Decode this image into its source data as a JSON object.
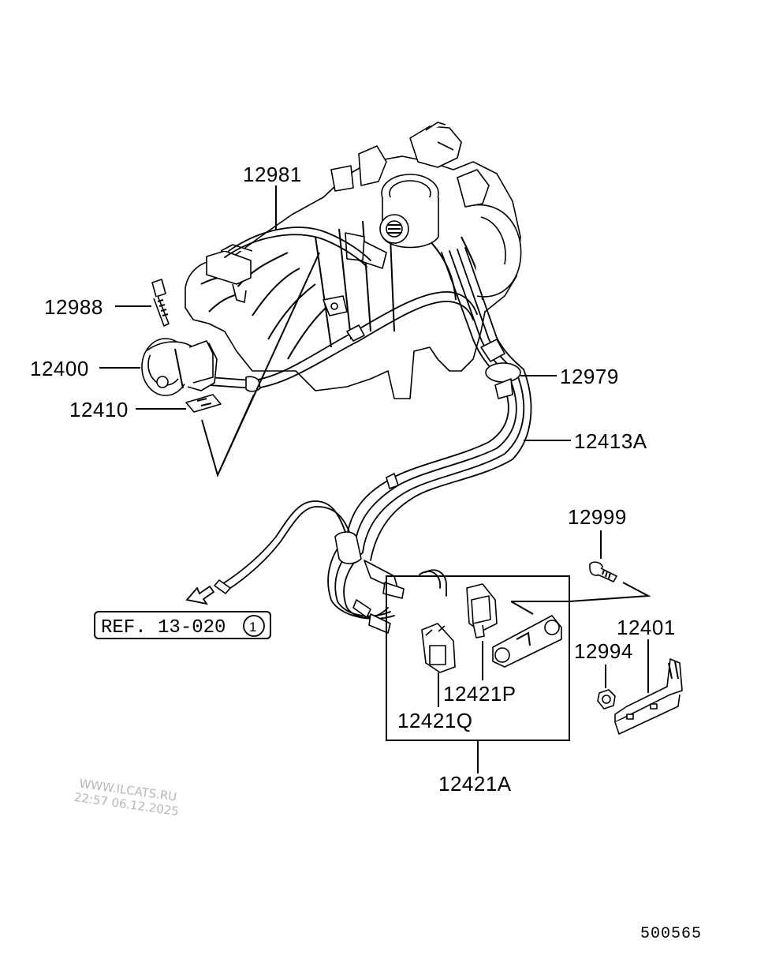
{
  "parts": {
    "p12981": "12981",
    "p12988": "12988",
    "p12400": "12400",
    "p12410": "12410",
    "p12979": "12979",
    "p12413A": "12413A",
    "p12999": "12999",
    "p12401": "12401",
    "p12994": "12994",
    "p12421P": "12421P",
    "p12421Q": "12421Q",
    "p12421A": "12421A"
  },
  "reference": {
    "text": "REF. 13-020",
    "circle_number": "1"
  },
  "watermark": {
    "line1": "WWW.ILCATS.RU",
    "line2": "22:57 06.12.2025"
  },
  "diagram_code": "500565"
}
